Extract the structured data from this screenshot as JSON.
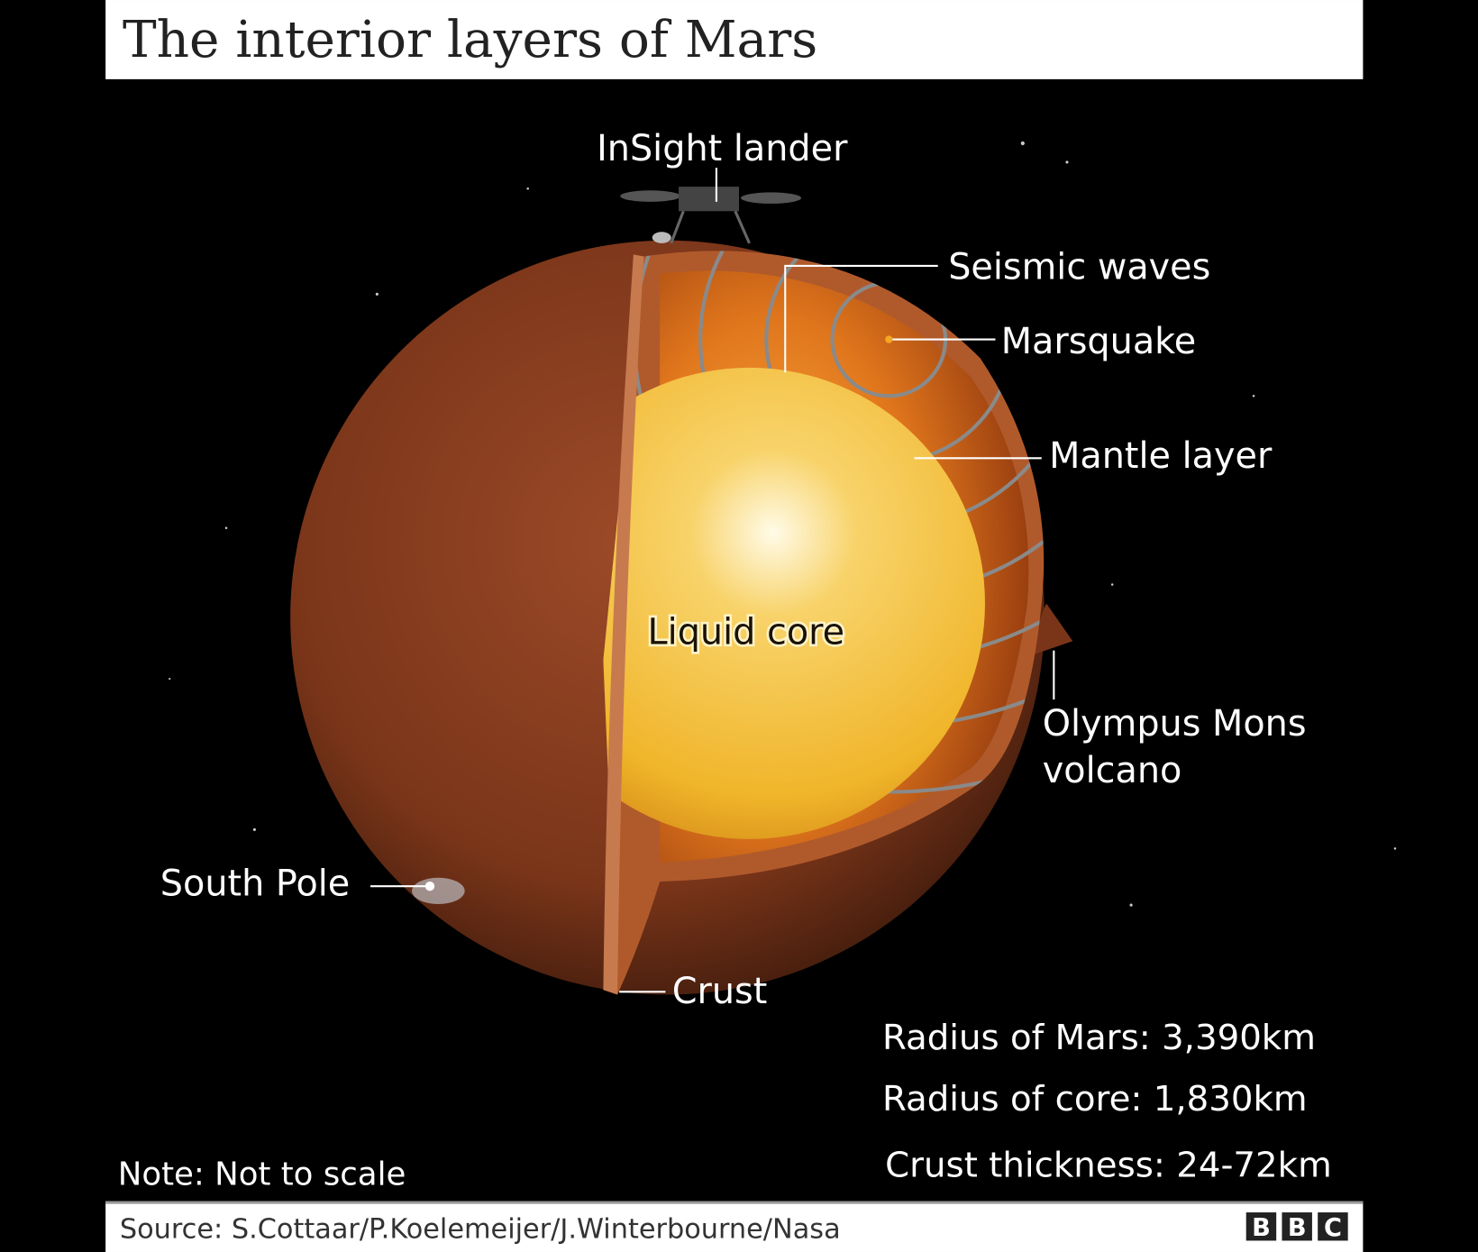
{
  "title": "The interior layers of Mars",
  "labels": {
    "lander": "InSight lander",
    "seismic": "Seismic waves",
    "marsquake": "Marsquake",
    "mantle": "Mantle layer",
    "core": "Liquid core",
    "olympus_1": "Olympus Mons",
    "olympus_2": "volcano",
    "south_pole": "South Pole",
    "crust": "Crust"
  },
  "facts": [
    "Radius of Mars: 3,390km",
    "Radius of core: 1,830km",
    "Crust thickness: 24-72km"
  ],
  "note": "Note: Not to scale",
  "source": "Source: S.Cottaar/P.Koelemeijer/J.Winterbourne/Nasa",
  "logo": [
    "B",
    "B",
    "C"
  ],
  "colors": {
    "surface": "#8a3f22",
    "mantle": "#e0761c",
    "core": "#f5c030",
    "background": "#000000"
  }
}
